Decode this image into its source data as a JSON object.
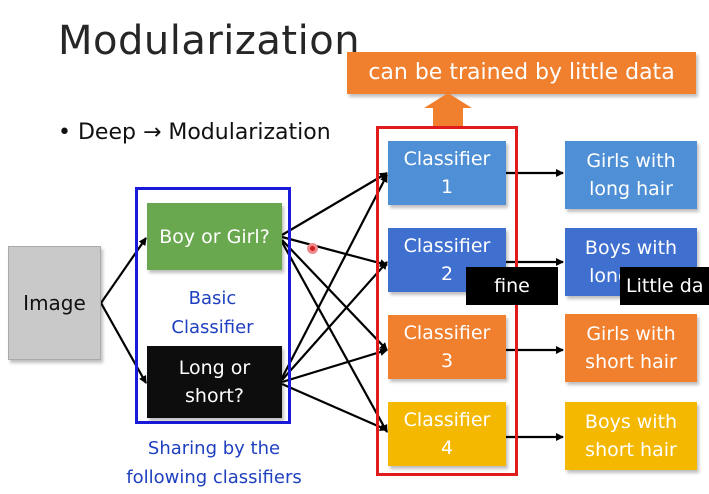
{
  "title": "Modularization",
  "bullet": "• Deep → Modularization",
  "banner": "can be trained by little data",
  "input_label": "Image",
  "basic_classifiers": [
    {
      "label": "Boy or Girl?"
    },
    {
      "label": "Long or\nshort?"
    }
  ],
  "basic_label": "Basic\nClassifier",
  "sharing_label": "Sharing by the\nfollowing classifiers",
  "classifiers": [
    {
      "label": "Classifier\n1"
    },
    {
      "label": "Classifier\n2"
    },
    {
      "label": "Classifier\n3"
    },
    {
      "label": "Classifier\n4"
    }
  ],
  "outputs": [
    {
      "label": "Girls with\nlong hair"
    },
    {
      "label": "Boys with\nlong hair"
    },
    {
      "label": "Girls with\nshort hair"
    },
    {
      "label": "Boys with\nshort hair"
    }
  ],
  "captions": {
    "fine": "fine",
    "little": "Little da"
  },
  "colors": {
    "banner": "#f07f2e",
    "green": "#6aa84f",
    "blue": "#4f8fd6",
    "dark_blue": "#3f6fcf",
    "orange": "#f07f2e",
    "yellow": "#f5b800",
    "frame_blue": "#1a1adb",
    "frame_red": "#e01b1b"
  }
}
